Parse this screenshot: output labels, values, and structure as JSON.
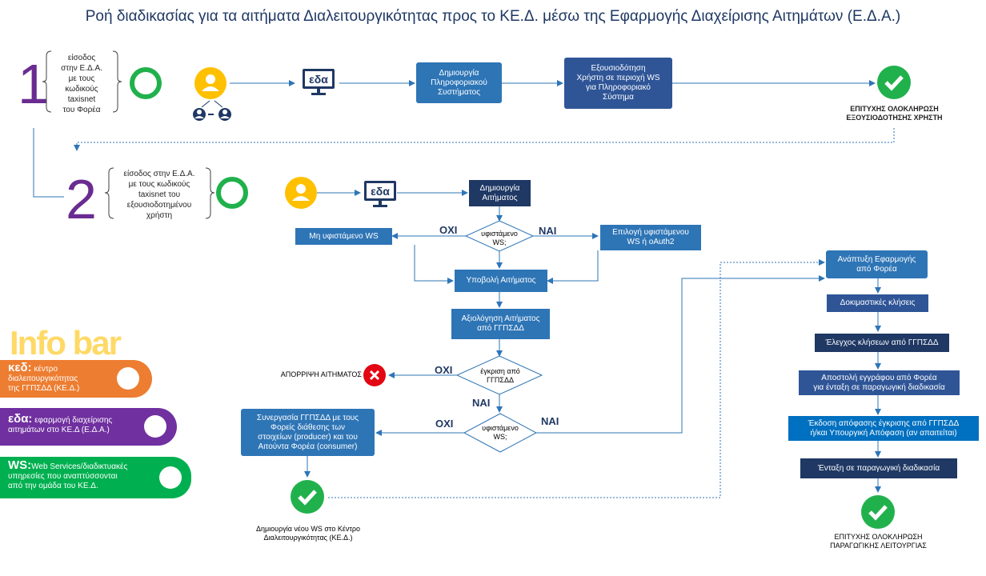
{
  "title": "Ροή διαδικασίας για τα αιτήματα Διαλειτουργικότητας  προς το ΚΕ.Δ. μέσω της Εφαρμογής Διαχείρισης Αιτημάτων (Ε.Δ.Α.)",
  "row1": {
    "number": "1",
    "brace_text": [
      "είσοδος",
      "στην Ε.Δ.Α.",
      "με τους",
      "κωδικούς",
      "taxisnet",
      "του Φορέα"
    ],
    "eda_label": "εδα",
    "box_create_info": [
      "Δημιουργία",
      "Πληροφοριακού",
      "Συστήματος"
    ],
    "box_authorize": [
      "Εξουσιοδότηση",
      "Χρήστη σε περιοχή WS",
      "για Πληροφοριακό",
      "Σύστημα"
    ],
    "success": [
      "ΕΠΙΤΥΧΗΣ ΟΛΟΚΛΗΡΩΣΗ",
      "ΕΞΟΥΣΙΟΔΟΤΗΣΗΣ ΧΡΗΣΤΗ"
    ]
  },
  "row2": {
    "number": "2",
    "brace_text": [
      "είσοδος στην Ε.Δ.Α.",
      "με τους κωδικούς",
      "taxisnet του",
      "εξουσιοδοτημένου",
      "χρήστη"
    ],
    "eda_label": "εδα",
    "box_create_request": [
      "Δημιουργία",
      "Αιτήματος"
    ]
  },
  "flow": {
    "decision_existing": [
      "υφιστάμενο",
      "WS;"
    ],
    "no": "ΟΧΙ",
    "yes": "ΝΑΙ",
    "box_not_existing": "Μη υφιστάμενο WS",
    "box_select_existing": [
      "Επιλογή υφιστάμενου",
      "WS ή oAuth2"
    ],
    "box_submit": "Υποβολή Αιτήματος",
    "box_evaluate": [
      "Αξιολόγηση Αιτήματος",
      "από ΓΓΠΣΔΔ"
    ],
    "decision_approval": [
      "έγκριση από",
      "ΓΓΠΣΔΔ"
    ],
    "rejection": "ΑΠΟΡΡΙΨΗ ΑΙΤΗΜΑΤΟΣ",
    "decision_existing2": [
      "υφιστάμενο",
      "WS;"
    ],
    "box_cooperation": [
      "Συνεργασία ΓΓΠΣΔΔ με τους",
      "Φορείς διάθεσης των",
      "στοιχείων (producer) και του",
      "Αιτούντα Φορέα (consumer)"
    ],
    "new_ws": [
      "Δημιουργία νέου WS στο Κέντρο",
      "Διαλειτουργικότητας (ΚΕ.Δ.)"
    ]
  },
  "right_column": {
    "develop_app": [
      "Ανάπτυξη Εφαρμογής",
      "από Φορέα"
    ],
    "test_calls": "Δοκιμαστικές κλήσεις",
    "check_calls": "Έλεγχος κλήσεων από ΓΓΠΣΔΔ",
    "send_document": [
      "Αποστολή εγγράφου από Φορέα",
      "για ένταξη σε παραγωγική διαδικασία"
    ],
    "issue_decision": [
      "Έκδοση απόφασης έγκρισης από ΓΓΠΣΔΔ",
      "ή/και Υπουργική Απόφαση (αν απαιτείται)"
    ],
    "production": "Ένταξη σε παραγωγική διαδικασία",
    "success": [
      "ΕΠΙΤΥΧΗΣ ΟΛΟΚΛΗΡΩΣΗ",
      "ΠΑΡΑΓΩΓΙΚΗΣ ΛΕΙΤΟΥΡΓΙΑΣ"
    ]
  },
  "infobar": {
    "heading": "Info bar",
    "items": [
      {
        "key": "κεδ:",
        "text": [
          "κέντρο",
          "διαλειτουργικότητας",
          "της ΓΓΠΣΔΔ (ΚΕ.Δ.)"
        ],
        "color": "#ed7d31"
      },
      {
        "key": "εδα:",
        "text": [
          "εφαρμογή διαχείρισης",
          "αιτημάτων στο ΚΕ.Δ (Ε.Δ.Α.)"
        ],
        "color": "#7030a0"
      },
      {
        "key": "WS:",
        "text": [
          "Web Services/διαδικτυακές",
          "υπηρεσίες που αναπτύσσονται",
          "από την ομάδα του  ΚΕ.Δ."
        ],
        "color": "#00b050"
      }
    ]
  },
  "colors": {
    "purple": "#6a2c91",
    "green": "#21b14c",
    "yellow": "#ffc000",
    "navy": "#1f3864",
    "red": "#e30613",
    "line": "#2e75b6"
  }
}
